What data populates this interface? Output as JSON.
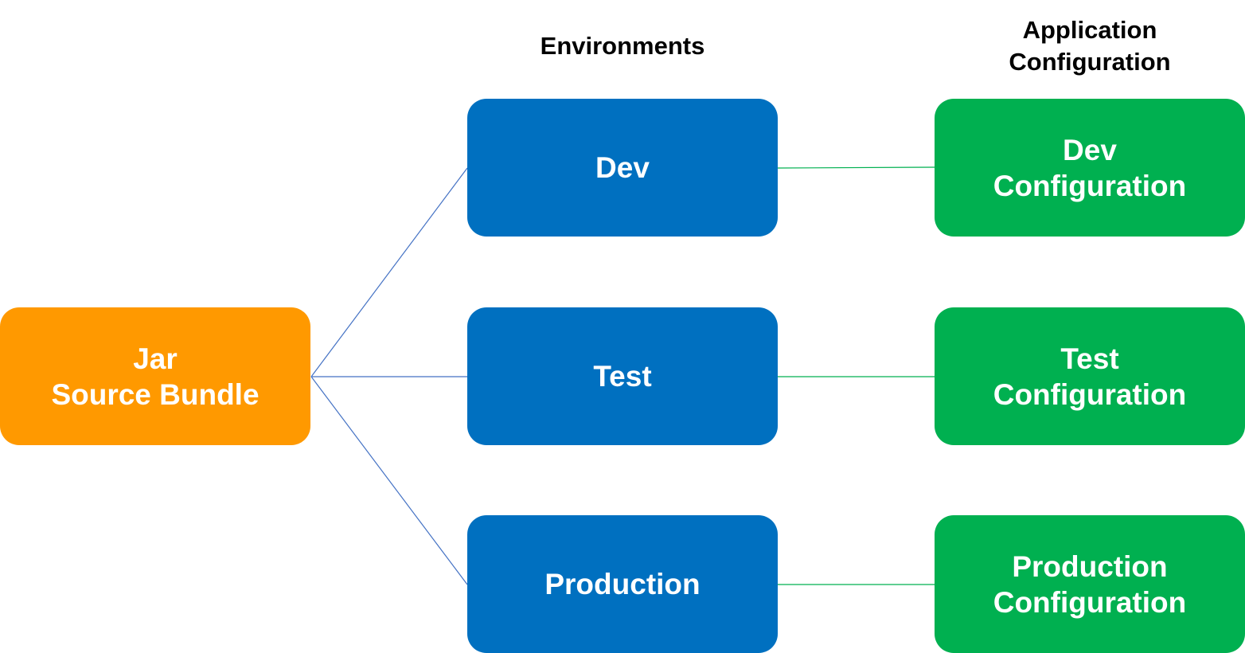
{
  "headers": {
    "environments": "Environments",
    "app_config_line1": "Application",
    "app_config_line2": "Configuration"
  },
  "nodes": {
    "jar": {
      "line1": "Jar",
      "line2": "Source Bundle"
    },
    "env_dev": {
      "label": "Dev"
    },
    "env_test": {
      "label": "Test"
    },
    "env_prod": {
      "label": "Production"
    },
    "cfg_dev": {
      "line1": "Dev",
      "line2": "Configuration"
    },
    "cfg_test": {
      "line1": "Test",
      "line2": "Configuration"
    },
    "cfg_prod": {
      "line1": "Production",
      "line2": "Configuration"
    }
  },
  "colors": {
    "source": "#FF9900",
    "environment": "#0070C0",
    "configuration": "#00B050",
    "source_connector": "#4472C4",
    "config_connector": "#00B050",
    "text": "#FFFFFF"
  }
}
